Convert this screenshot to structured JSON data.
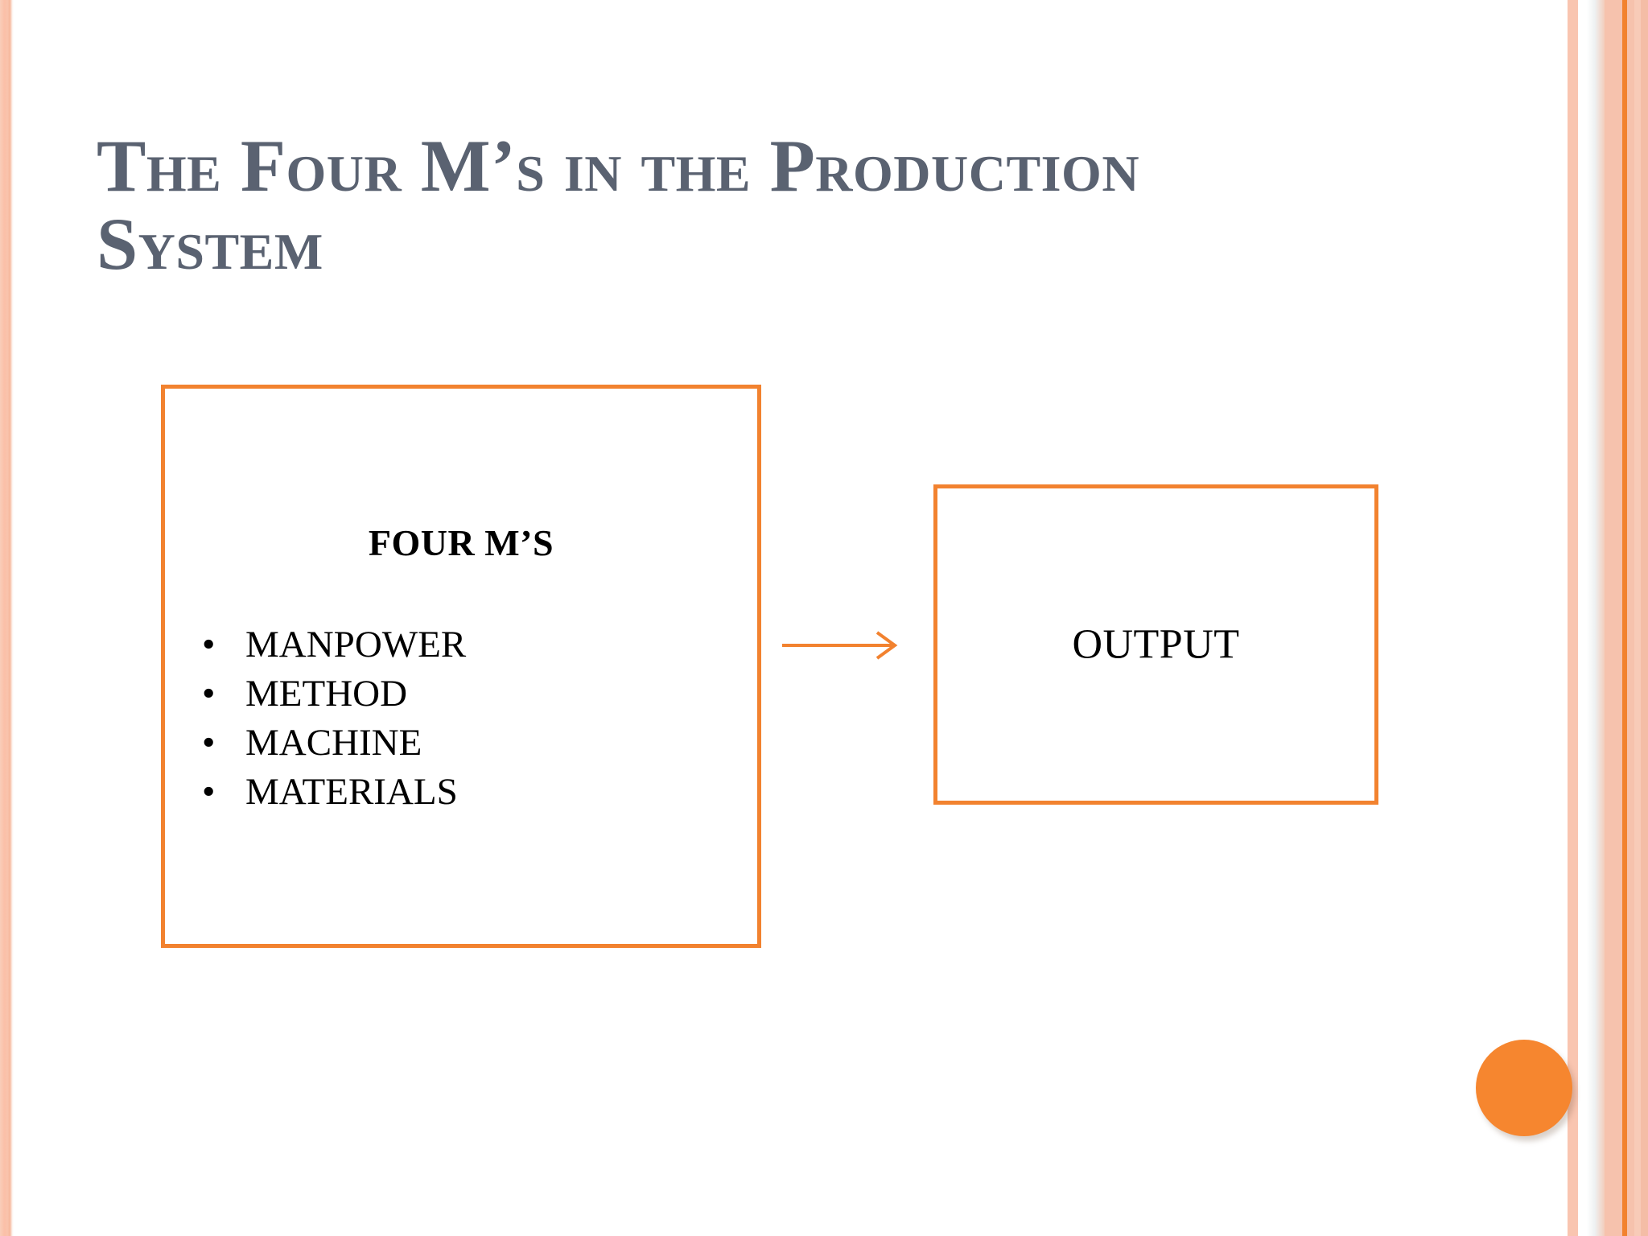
{
  "slide": {
    "title": "The Four M’s in the Production\nSystem",
    "title_color": "#5a6271",
    "background_color": "#ffffff"
  },
  "diagram": {
    "accent_color": "#f2822f",
    "input_box": {
      "heading": "FOUR M’S",
      "bullet_glyph": "•",
      "items": [
        {
          "label": "MANPOWER"
        },
        {
          "label": "METHOD"
        },
        {
          "label": "MACHINE"
        },
        {
          "label": "MATERIALS"
        }
      ]
    },
    "connector": {
      "name": "arrow-right",
      "color": "#f2822f"
    },
    "output_box": {
      "label": "OUTPUT"
    }
  },
  "decor": {
    "circle_color": "#f6862f",
    "left_bar_color": "#fbbfa7",
    "right_bar_colors": [
      "#f9c5b0",
      "#f2cdbc",
      "#f6c2ad",
      "#f2822f",
      "#f8cbb8",
      "#f4bda6"
    ]
  }
}
